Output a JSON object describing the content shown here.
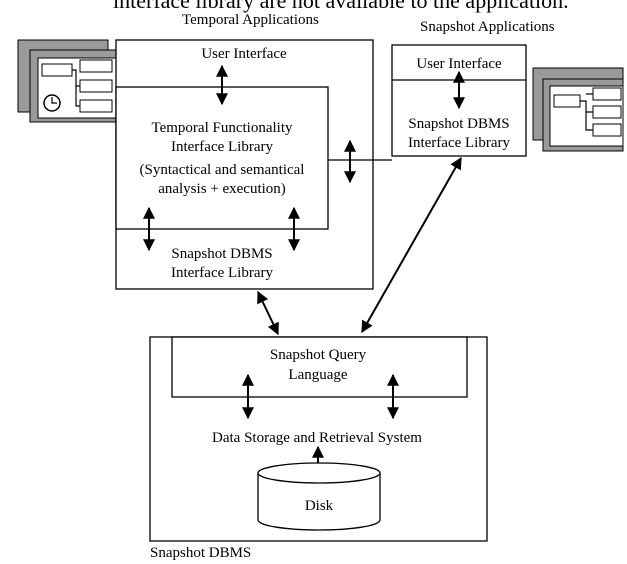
{
  "top_text": "interface library are not available to the application.",
  "temporal": {
    "title": "Temporal Applications",
    "user_interface": "User Interface",
    "tf_lines": [
      "Temporal Functionality",
      "Interface Library",
      "(Syntactical and semantical",
      "analysis + execution)"
    ],
    "snapshot_lib_lines": [
      "Snapshot DBMS",
      "Interface Library"
    ]
  },
  "snapshot_apps": {
    "title": "Snapshot Applications",
    "user_interface": "User Interface",
    "lib_lines": [
      "Snapshot DBMS",
      "Interface Library"
    ]
  },
  "dbms": {
    "query_lines": [
      "Snapshot Query",
      "Language"
    ],
    "storage": "Data Storage and Retrieval System",
    "disk": "Disk",
    "caption": "Snapshot DBMS"
  },
  "icons": [
    "temporal-application-window-icon",
    "clock-icon",
    "snapshot-application-window-icon"
  ]
}
